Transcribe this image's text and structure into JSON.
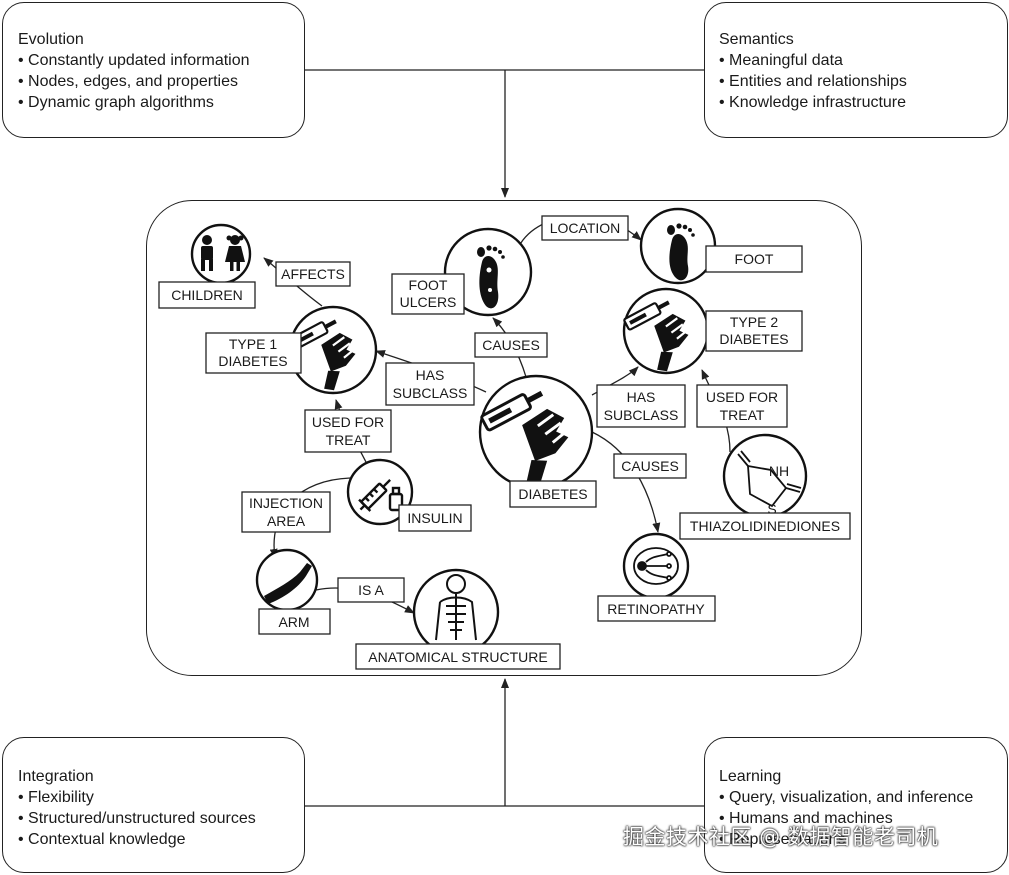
{
  "corners": {
    "evolution": {
      "title": "Evolution",
      "points": [
        "Constantly updated information",
        "Nodes, edges, and properties",
        "Dynamic graph algorithms"
      ]
    },
    "semantics": {
      "title": "Semantics",
      "points": [
        "Meaningful data",
        "Entities and relationships",
        "Knowledge infrastructure"
      ]
    },
    "integration": {
      "title": "Integration",
      "points": [
        "Flexibility",
        "Structured/unstructured sources",
        "Contextual knowledge"
      ]
    },
    "learning": {
      "title": "Learning",
      "points": [
        "Query, visualization, and inference",
        "Humans and machines",
        "Representations"
      ]
    }
  },
  "nodes": {
    "children": "CHILDREN",
    "type1_l1": "TYPE 1",
    "type1_l2": "DIABETES",
    "foot_ulcers_l1": "FOOT",
    "foot_ulcers_l2": "ULCERS",
    "foot": "FOOT",
    "type2_l1": "TYPE 2",
    "type2_l2": "DIABETES",
    "diabetes": "DIABETES",
    "insulin": "INSULIN",
    "thiazolidinediones": "THIAZOLIDINEDIONES",
    "retinopathy": "RETINOPATHY",
    "arm": "ARM",
    "anatomical": "ANATOMICAL STRUCTURE"
  },
  "edges": {
    "affects": "AFFECTS",
    "location": "LOCATION",
    "causes_ulcers": "CAUSES",
    "has_subclass_l1": "HAS",
    "has_subclass_l2": "SUBCLASS",
    "has_subclass2_l1": "HAS",
    "has_subclass2_l2": "SUBCLASS",
    "used_treat_l1": "USED FOR",
    "used_treat_l2": "TREAT",
    "used_treat2_l1": "USED FOR",
    "used_treat2_l2": "TREAT",
    "injection_l1": "INJECTION",
    "injection_l2": "AREA",
    "is_a": "IS A",
    "causes_retino": "CAUSES"
  },
  "chem": {
    "nh": "NH",
    "s": "S"
  },
  "watermark": "掘金技术社区 @ 数据智能老司机"
}
